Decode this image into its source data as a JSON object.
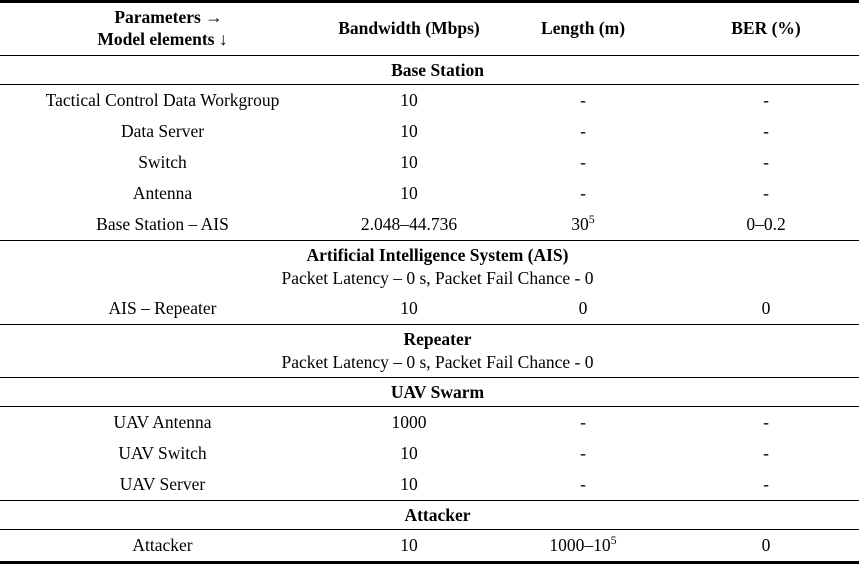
{
  "table": {
    "header": {
      "corner_line1": "Parameters →",
      "corner_line2": "Model elements ↓",
      "columns": [
        "Bandwidth (Mbps)",
        "Length (m)",
        "BER (%)"
      ]
    },
    "sections": [
      {
        "title": "Base Station",
        "subtitle": "",
        "rows": [
          {
            "element": "Tactical Control Data Workgroup",
            "bandwidth": "10",
            "length": "-",
            "ber": "-"
          },
          {
            "element": "Data Server",
            "bandwidth": "10",
            "length": "-",
            "ber": "-"
          },
          {
            "element": "Switch",
            "bandwidth": "10",
            "length": "-",
            "ber": "-"
          },
          {
            "element": "Antenna",
            "bandwidth": "10",
            "length": "-",
            "ber": "-"
          },
          {
            "element": "Base Station – AIS",
            "bandwidth": "2.048–44.736",
            "length_base": "30",
            "length_sup": "5",
            "ber": "0–0.2"
          }
        ]
      },
      {
        "title": "Artificial Intelligence System (AIS)",
        "subtitle": "Packet Latency – 0 s, Packet Fail Chance - 0",
        "rows": [
          {
            "element": "AIS – Repeater",
            "bandwidth": "10",
            "length": "0",
            "ber": "0"
          }
        ]
      },
      {
        "title": "Repeater",
        "subtitle": "Packet Latency – 0 s, Packet Fail Chance - 0",
        "rows": []
      },
      {
        "title": "UAV Swarm",
        "subtitle": "",
        "rows": [
          {
            "element": "UAV Antenna",
            "bandwidth": "1000",
            "length": "-",
            "ber": "-"
          },
          {
            "element": "UAV Switch",
            "bandwidth": "10",
            "length": "-",
            "ber": "-"
          },
          {
            "element": "UAV Server",
            "bandwidth": "10",
            "length": "-",
            "ber": "-"
          }
        ]
      },
      {
        "title": "Attacker",
        "subtitle": "",
        "rows": [
          {
            "element": "Attacker",
            "bandwidth": "10",
            "length_base": "1000–10",
            "length_sup": "5",
            "ber": "0"
          }
        ]
      }
    ]
  }
}
